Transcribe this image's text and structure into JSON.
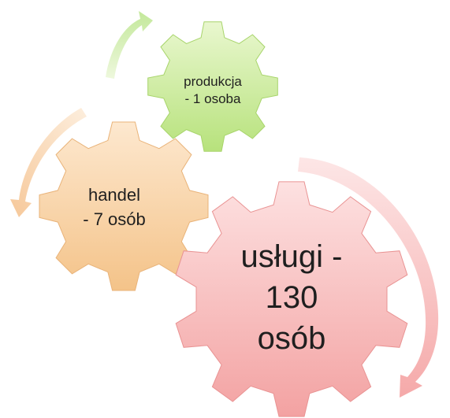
{
  "gears": [
    {
      "id": "produkcja",
      "lines": [
        "produkcja",
        "- 1 osoba"
      ],
      "fill_light": "#e9f7cf",
      "fill_dark": "#b7e27c",
      "stroke": "#a7d46a"
    },
    {
      "id": "handel",
      "lines": [
        "handel",
        "- 7 osób"
      ],
      "fill_light": "#fde8cf",
      "fill_dark": "#f4c389",
      "stroke": "#e9b379"
    },
    {
      "id": "uslugi",
      "lines": [
        "usługi -",
        "130",
        "osób"
      ],
      "fill_light": "#fde1e1",
      "fill_dark": "#f3a2a2",
      "stroke": "#e99393"
    }
  ],
  "arrows": [
    {
      "id": "green",
      "color_light": "#eef8dd",
      "color_dark": "#c3e89a"
    },
    {
      "id": "orange",
      "color_light": "#fdeedd",
      "color_dark": "#f6c89a"
    },
    {
      "id": "red",
      "color_light": "#fde6e6",
      "color_dark": "#f5a9a9"
    }
  ]
}
